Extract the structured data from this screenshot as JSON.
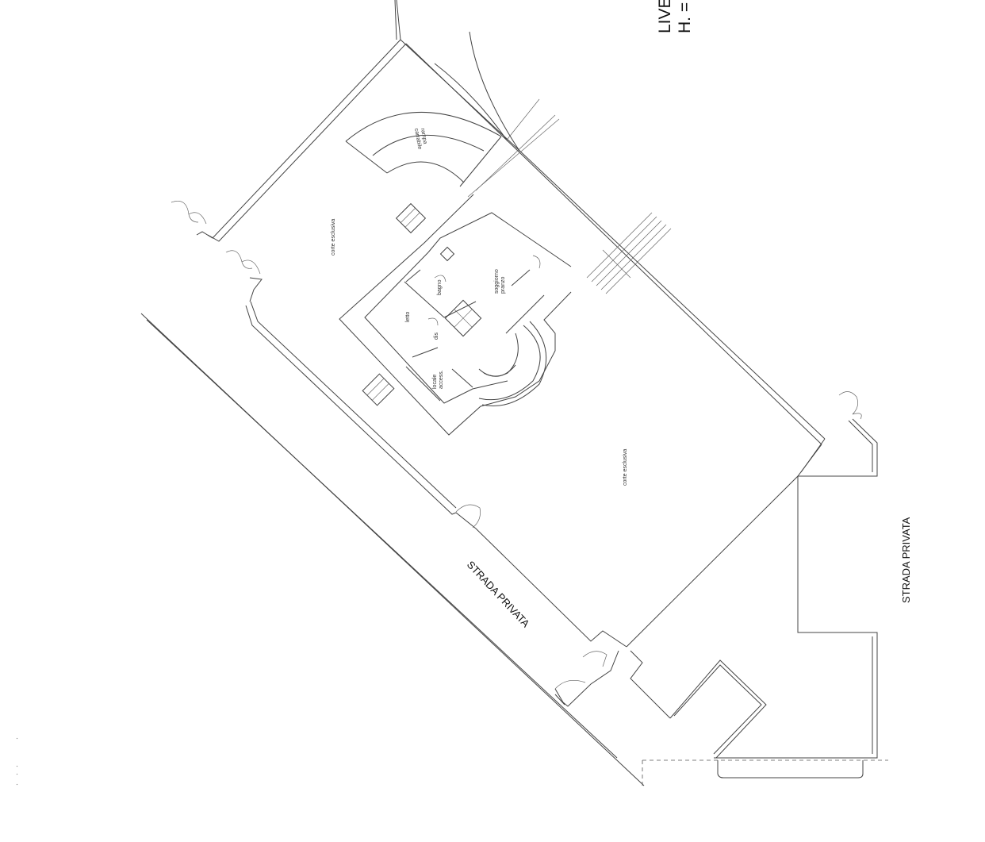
{
  "drawing": {
    "level_title": "LIVE",
    "height_label": "H. ="
  },
  "rooms": {
    "ramp": {
      "line1": "rampa",
      "line2": "carrabile"
    },
    "court_upper": "corte esclusiva",
    "court_lower": "corte esclusiva",
    "bathroom": "bagno",
    "living": {
      "line1": "soggiorno",
      "line2": "pranzo"
    },
    "bedroom": "letto",
    "hall": "dis",
    "accessory": {
      "line1": "locale",
      "line2": "access."
    }
  },
  "streets": {
    "diagonal": "STRADA PRIVATA",
    "vertical": "STRADA PRIVATA"
  }
}
